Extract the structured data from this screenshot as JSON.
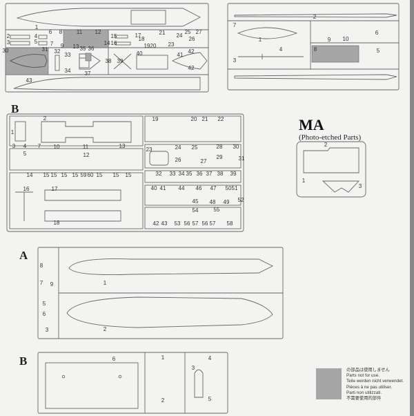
{
  "sprue_letters": {
    "b_top": "B",
    "a": "A",
    "b_bottom": "B"
  },
  "photo_etched": {
    "title": "MA",
    "subtitle": "(Photo-etched Parts)",
    "parts": [
      "1",
      "2",
      "3"
    ]
  },
  "legend": {
    "lines": [
      "の部品は使用しません",
      "Parts not for use.",
      "Teile werden nicht verwendet.",
      "Pièces à ne pas utiliser.",
      "Parti non utilizzati.",
      "不需要使用的部件"
    ],
    "swatch_color": "#a6a6a6"
  },
  "sprues": {
    "top_left": [
      "1",
      "2",
      "3",
      "4",
      "5",
      "6",
      "7",
      "8",
      "9",
      "11",
      "12",
      "13",
      "14",
      "15",
      "16",
      "17",
      "18",
      "19",
      "20",
      "21",
      "23",
      "24",
      "25",
      "26",
      "27",
      "30",
      "31",
      "32",
      "33",
      "34",
      "35",
      "36",
      "37",
      "38",
      "39",
      "40",
      "41",
      "42",
      "42",
      "43"
    ],
    "top_right": [
      "1",
      "2",
      "3",
      "4",
      "5",
      "6",
      "7",
      "8",
      "9",
      "10"
    ],
    "b_main": [
      "1",
      "2",
      "3",
      "4",
      "5",
      "7",
      "10",
      "11",
      "12",
      "13",
      "14",
      "15",
      "15",
      "15",
      "15",
      "59",
      "60",
      "15",
      "15",
      "15",
      "16",
      "17",
      "18",
      "19",
      "20",
      "21",
      "22",
      "23",
      "24",
      "25",
      "26",
      "27",
      "28",
      "29",
      "30",
      "31",
      "32",
      "33",
      "34",
      "35",
      "36",
      "37",
      "38",
      "39",
      "40",
      "41",
      "44",
      "46",
      "47",
      "50",
      "51",
      "45",
      "48",
      "49",
      "52",
      "42",
      "43",
      "53",
      "54",
      "55",
      "56",
      "57",
      "56",
      "57",
      "58"
    ],
    "a": [
      "8",
      "7",
      "9",
      "1",
      "5",
      "6",
      "2",
      "3"
    ],
    "b_bottom": [
      "6",
      "1",
      "2",
      "3",
      "4",
      "5"
    ]
  },
  "colors": {
    "line": "#555555",
    "unused_fill": "#a6a6a6"
  }
}
